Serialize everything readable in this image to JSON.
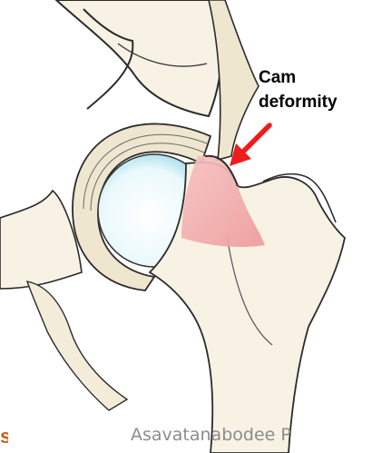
{
  "labels": {
    "cam_line1": "Cam",
    "cam_line2": "deformity",
    "credit": "Asavatanabodee P",
    "edge_fragment": "s"
  },
  "colors": {
    "arrow": "#ee1c1c",
    "cartilage": "#cfeef5",
    "deformity": "#f2a7a7",
    "bone": "#f6f1e3",
    "outline": "#2b2b2b"
  }
}
